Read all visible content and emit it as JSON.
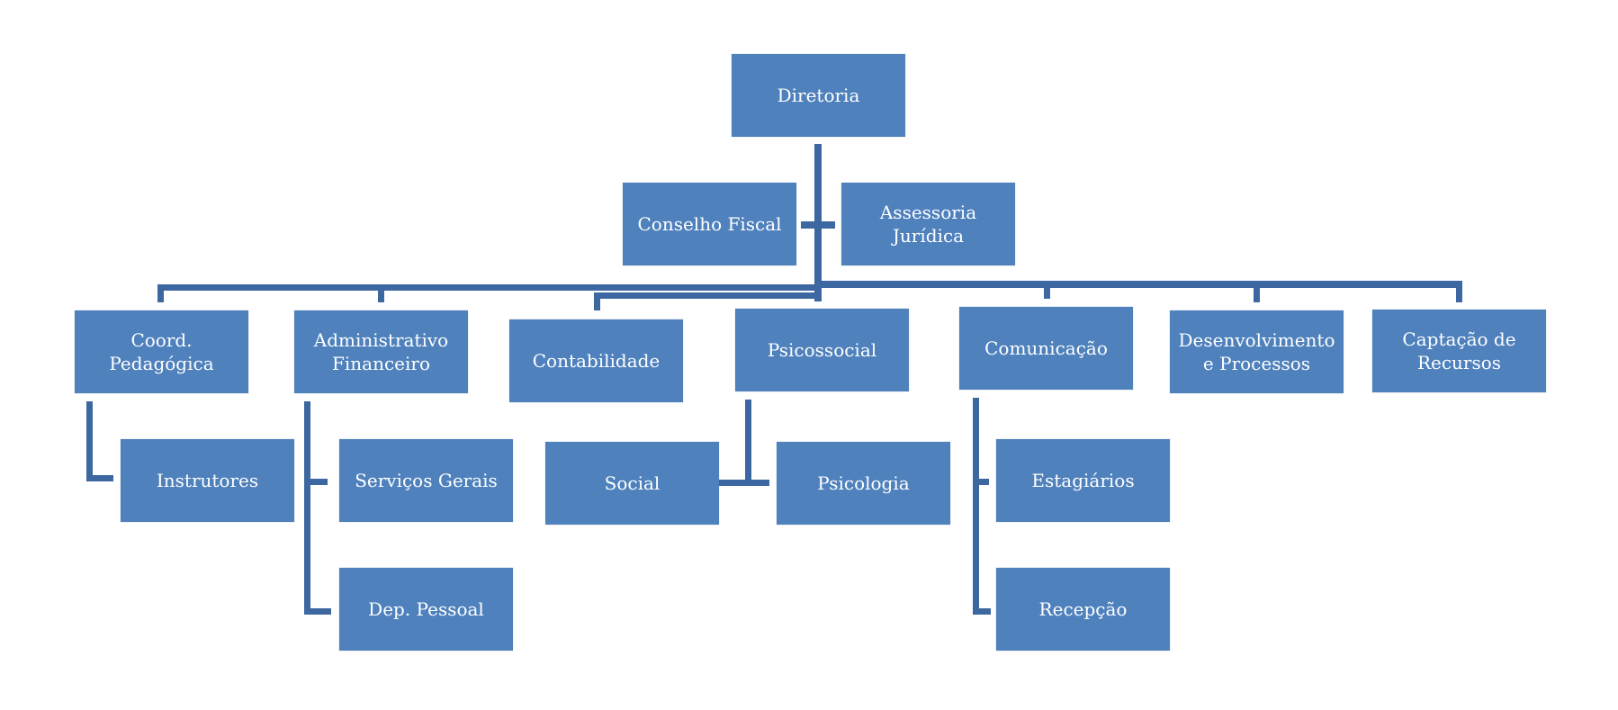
{
  "diagram": {
    "type": "org-chart",
    "colors": {
      "box": "#4f81bd",
      "connector": "#3d67a0",
      "text": "#ffffff",
      "background": "#ffffff"
    },
    "root": {
      "id": "diretoria",
      "label": "Diretoria"
    },
    "assistants": [
      {
        "id": "conselho-fiscal",
        "label": "Conselho Fiscal"
      },
      {
        "id": "assessoria-juridica",
        "label": "Assessoria\nJurídica"
      }
    ],
    "departments": [
      {
        "id": "coord-pedagogica",
        "label": "Coord. Pedagógica",
        "children": [
          {
            "id": "instrutores",
            "label": "Instrutores"
          }
        ]
      },
      {
        "id": "administrativo-financeiro",
        "label": "Administrativo\nFinanceiro",
        "children": [
          {
            "id": "servicos-gerais",
            "label": "Serviços Gerais"
          },
          {
            "id": "dep-pessoal",
            "label": "Dep. Pessoal"
          }
        ]
      },
      {
        "id": "contabilidade",
        "label": "Contabilidade",
        "children": []
      },
      {
        "id": "psicossocial",
        "label": "Psicossocial",
        "children": [
          {
            "id": "social",
            "label": "Social"
          },
          {
            "id": "psicologia",
            "label": "Psicologia"
          }
        ]
      },
      {
        "id": "comunicacao",
        "label": "Comunicação",
        "children": [
          {
            "id": "estagiarios",
            "label": "Estagiários"
          },
          {
            "id": "recepcao",
            "label": "Recepção"
          }
        ]
      },
      {
        "id": "desenvolvimento-processos",
        "label": "Desenvolvimento\ne Processos",
        "children": []
      },
      {
        "id": "captacao-recursos",
        "label": "Captação de\nRecursos",
        "children": []
      }
    ]
  }
}
